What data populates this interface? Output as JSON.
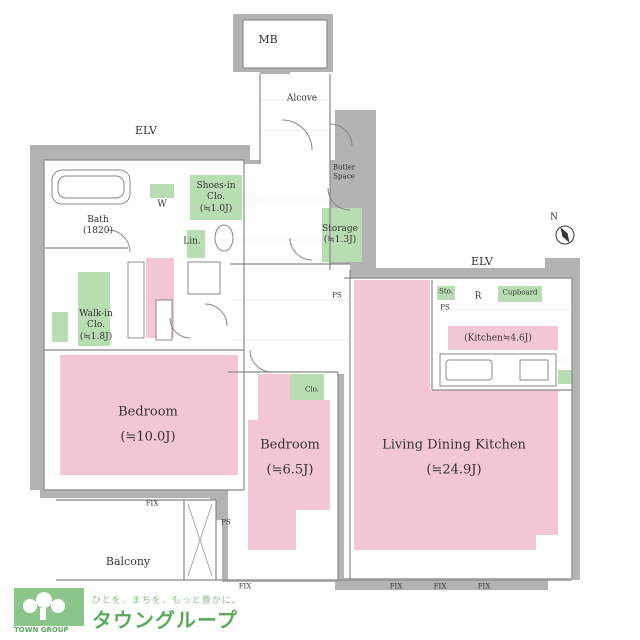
{
  "floor_plan": {
    "rooms": {
      "mb": "MB",
      "alcove": "Alcove",
      "elv_left": "ELV",
      "elv_right": "ELV",
      "butler_space": "Butler\nSpace",
      "shoes_in_closet": "Shoes-in\nClo.\n(≒1.0J)",
      "bath": "Bath\n(1820)",
      "w": "W",
      "lin": "Lin.",
      "storage": "Storage\n(≒1.3J)",
      "walk_in_closet": "Walk-in\nClo.\n(≒1.8J)",
      "ps_1": "PS",
      "ps_2": "PS",
      "ps_3": "PS",
      "sto": "Sto.",
      "r": "R",
      "cupboard": "Cupboard",
      "kitchen": "(Kitchen≒4.6J)",
      "bedroom_1": "Bedroom\n(≒10.0J)",
      "bedroom_2": "Bedroom\n(≒6.5J)",
      "clo": "Clo.",
      "ldk": "Living Dining Kitchen\n(≒24.9J)",
      "balcony": "Balcony",
      "fix_1": "FIX",
      "fix_2": "FIX",
      "fix_3": "FIX",
      "fix_4": "FIX",
      "fix_5": "FIX"
    },
    "compass_label": "N"
  },
  "branding": {
    "tagline": "ひとを、まちを、もっと豊かに。",
    "company_name": "タウングループ",
    "company_en": "TOWN GROUP"
  },
  "colors": {
    "wall": "#b3b3b3",
    "room_pink": "#f2c6d2",
    "storage_green": "#b9ddb2",
    "floor_white": "#ffffff",
    "brand_green": "#5aa85a"
  }
}
